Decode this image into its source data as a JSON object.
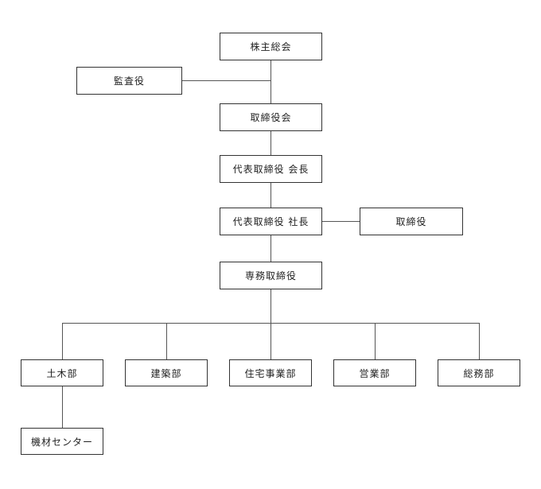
{
  "org": {
    "shareholders_meeting": "株主総会",
    "auditor": "監査役",
    "board_of_directors": "取締役会",
    "chairman": "代表取締役 会長",
    "president": "代表取締役 社長",
    "director": "取締役",
    "senior_managing_director": "専務取締役",
    "departments": {
      "civil_engineering": "土木部",
      "architecture": "建築部",
      "housing_business": "住宅事業部",
      "sales": "営業部",
      "general_affairs": "総務部"
    },
    "equipment_center": "機材センター"
  }
}
